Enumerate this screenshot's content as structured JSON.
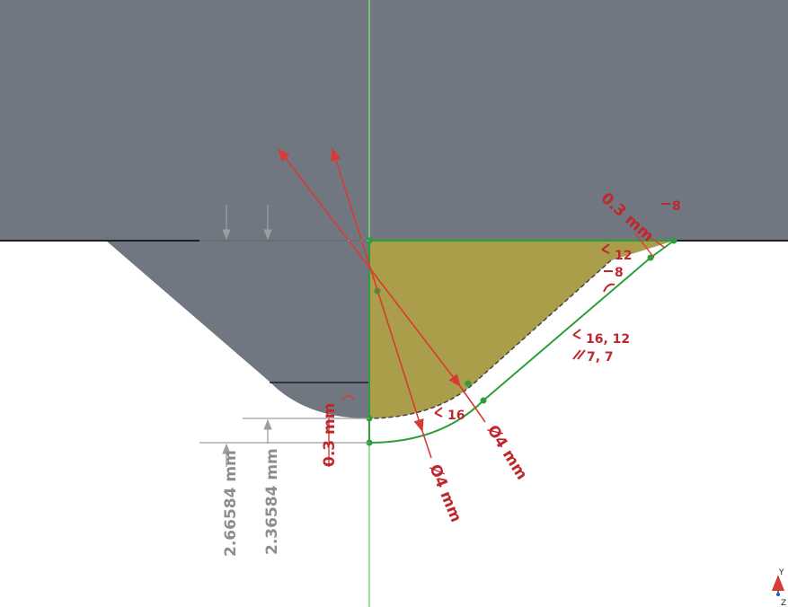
{
  "viewport": {
    "background": "#ffffff",
    "part_color": "#717780",
    "region_fill": "#aa9e4a",
    "sketch_green": "#2e9e3a",
    "axis_green": "#7fd67f",
    "dimension_red": "#d83a34",
    "dimension_grey": "#9a9da2"
  },
  "dimensions": {
    "offset_top": "0.3 mm",
    "offset_bottom": "0.3 mm",
    "diameter_inner": "Ø4 mm",
    "diameter_outer": "Ø4 mm",
    "depth_outer": "2.66584 mm",
    "depth_inner": "2.36584 mm"
  },
  "constraints": {
    "c_tangent_12": "12",
    "c_parallel_8_top": "8",
    "c_parallel_8": "8",
    "c_tangent_16_12": "16, 12",
    "c_parallel_7_7": "7, 7",
    "c_tangent_16": "16"
  },
  "triad": {
    "y_label": "Y",
    "z_label": "Z"
  }
}
